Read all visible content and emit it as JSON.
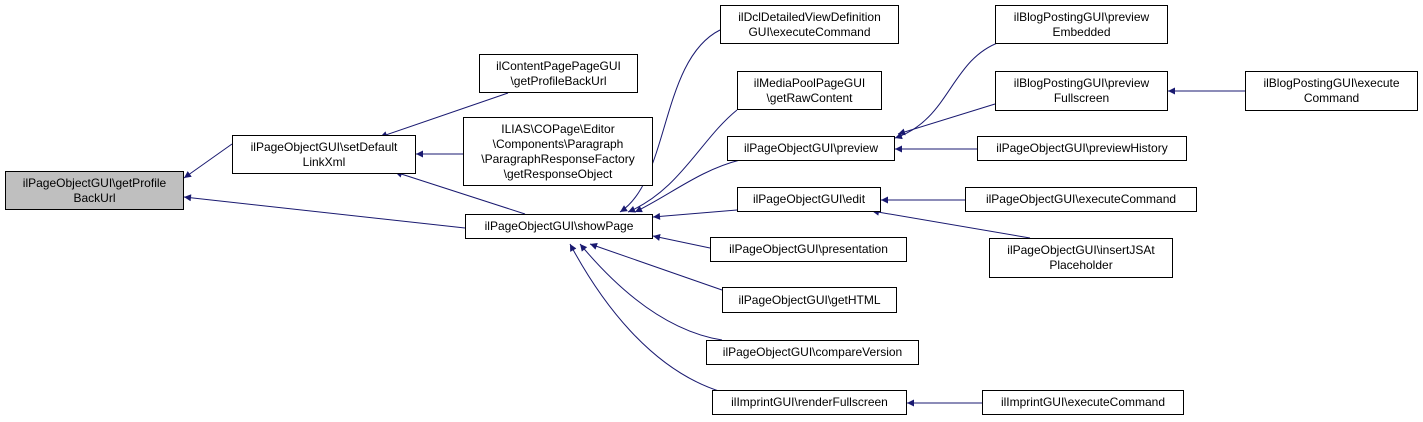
{
  "colors": {
    "edge": "#191970",
    "node_border": "#000000",
    "focus_fill": "#bfbfbf"
  },
  "nodes": {
    "getProfileBackUrl": "ilPageObjectGUI\\getProfile\nBackUrl",
    "setDefaultLinkXml": "ilPageObjectGUI\\setDefault\nLinkXml",
    "showPage": "ilPageObjectGUI\\showPage",
    "contentPageGetProfileBackUrl": "ilContentPagePageGUI\n\\getProfileBackUrl",
    "paragraphResponseFactory": "ILIAS\\COPage\\Editor\n\\Components\\Paragraph\n\\ParagraphResponseFactory\n\\getResponseObject",
    "dclDetailedViewExecuteCommand": "ilDclDetailedViewDefinition\nGUI\\executeCommand",
    "mediaPoolGetRawContent": "ilMediaPoolPageGUI\n\\getRawContent",
    "preview": "ilPageObjectGUI\\preview",
    "edit": "ilPageObjectGUI\\edit",
    "presentation": "ilPageObjectGUI\\presentation",
    "getHTML": "ilPageObjectGUI\\getHTML",
    "compareVersion": "ilPageObjectGUI\\compareVersion",
    "imprintRenderFullscreen": "ilImprintGUI\\renderFullscreen",
    "blogPreviewEmbedded": "ilBlogPostingGUI\\preview\nEmbedded",
    "blogPreviewFullscreen": "ilBlogPostingGUI\\preview\nFullscreen",
    "previewHistory": "ilPageObjectGUI\\previewHistory",
    "editExecuteCommand": "ilPageObjectGUI\\executeCommand",
    "insertJSAtPlaceholder": "ilPageObjectGUI\\insertJSAt\nPlaceholder",
    "blogExecuteCommand": "ilBlogPostingGUI\\execute\nCommand",
    "imprintExecuteCommand": "ilImprintGUI\\executeCommand"
  }
}
